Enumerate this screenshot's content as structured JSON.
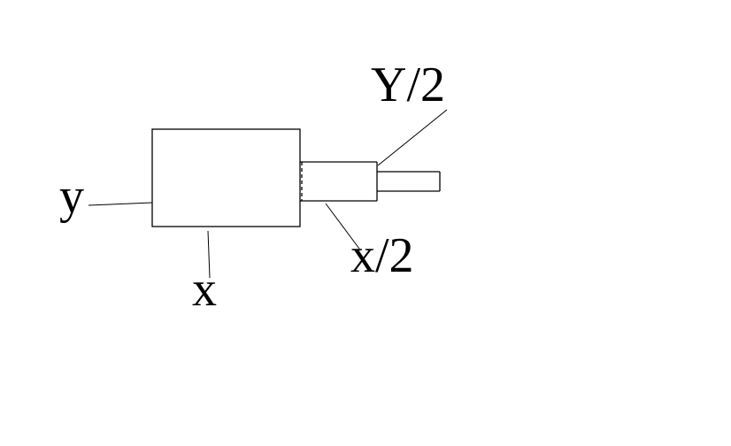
{
  "labels": {
    "big_height": "y",
    "big_width": "x",
    "small_height": "Y/2",
    "small_width": "x/2"
  },
  "colors": {
    "stroke": "#000000",
    "background": "#ffffff"
  }
}
